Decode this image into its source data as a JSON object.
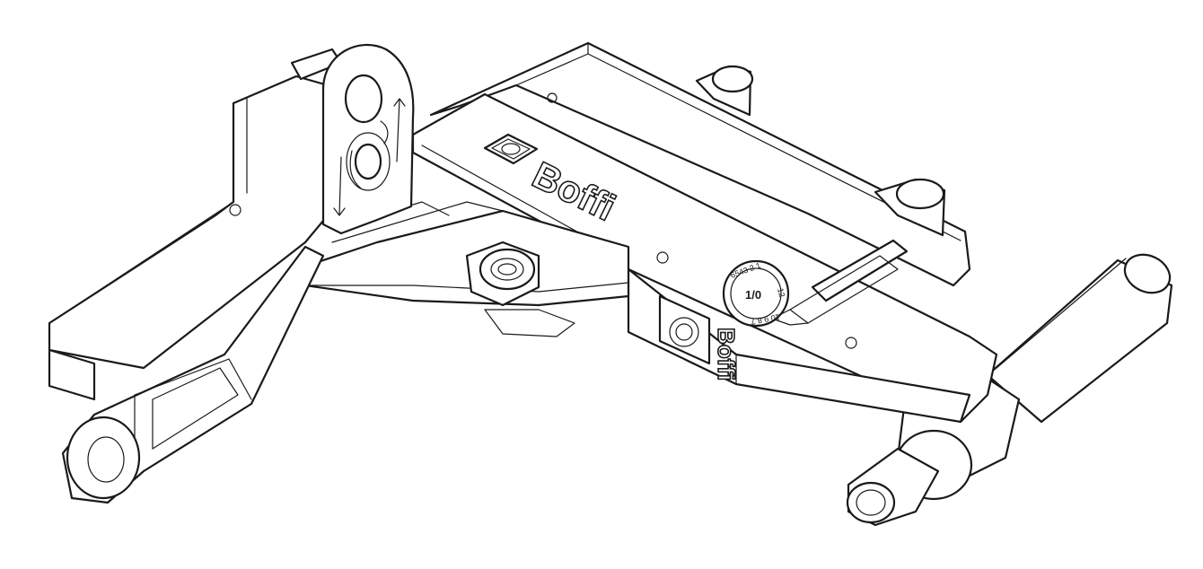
{
  "drawing": {
    "brand_main": "Boffi",
    "brand_side": "Boffi",
    "dial_top": "6543 2 1",
    "dial_right": "12",
    "dial_bottom": "10 9 8 7",
    "dial_center": "1/0"
  },
  "colors": {
    "line": "#1a1a1a",
    "fill": "#ffffff",
    "background": "#ffffff"
  }
}
